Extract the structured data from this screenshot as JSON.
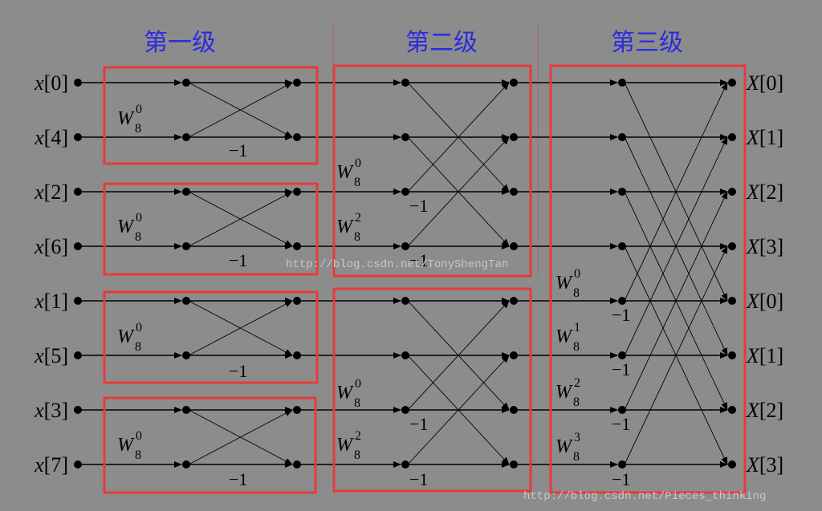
{
  "stages": [
    "第一级",
    "第二级",
    "第三级"
  ],
  "inputs": [
    "x[0]",
    "x[4]",
    "x[2]",
    "x[6]",
    "x[1]",
    "x[5]",
    "x[3]",
    "x[7]"
  ],
  "outputs": [
    "X[0]",
    "X[1]",
    "X[2]",
    "X[3]",
    "X[0]",
    "X[1]",
    "X[2]",
    "X[3]"
  ],
  "twiddle_base": "W",
  "twiddle_sub": "8",
  "minus_one": "−1",
  "stage1_twiddles": [
    "0",
    "0",
    "0",
    "0"
  ],
  "stage2_twiddles": [
    "0",
    "2",
    "0",
    "2"
  ],
  "stage3_twiddles": [
    "0",
    "1",
    "2",
    "3"
  ],
  "watermarks": [
    "http://blog.csdn.net/TonyShengTan",
    "http://blog.csdn.net/Pieces_thinking"
  ],
  "colors": {
    "background": "#8c8c8c",
    "box": "#e83a3a",
    "stage_title": "#2b2be0",
    "line": "#000000"
  }
}
